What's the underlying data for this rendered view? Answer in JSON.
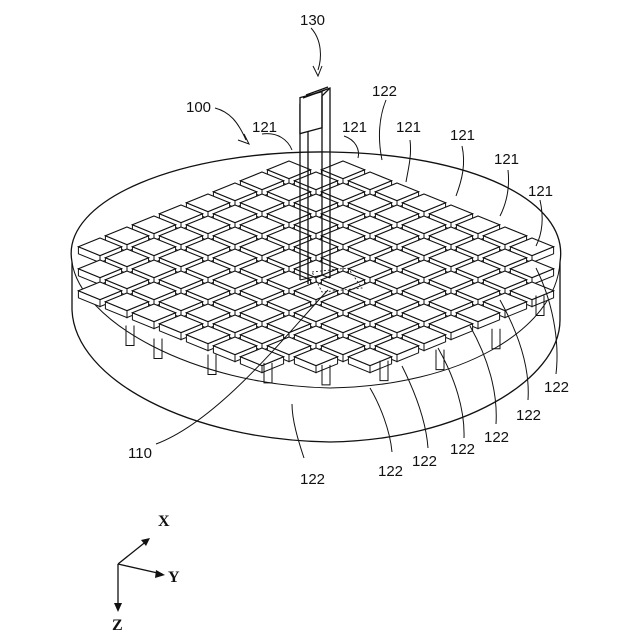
{
  "figure": {
    "labels": {
      "wafer": "100",
      "chip": "110",
      "tile": "121",
      "groove": "122",
      "probe": "130"
    },
    "axes": {
      "x": "X",
      "y": "Y",
      "z": "Z"
    }
  }
}
